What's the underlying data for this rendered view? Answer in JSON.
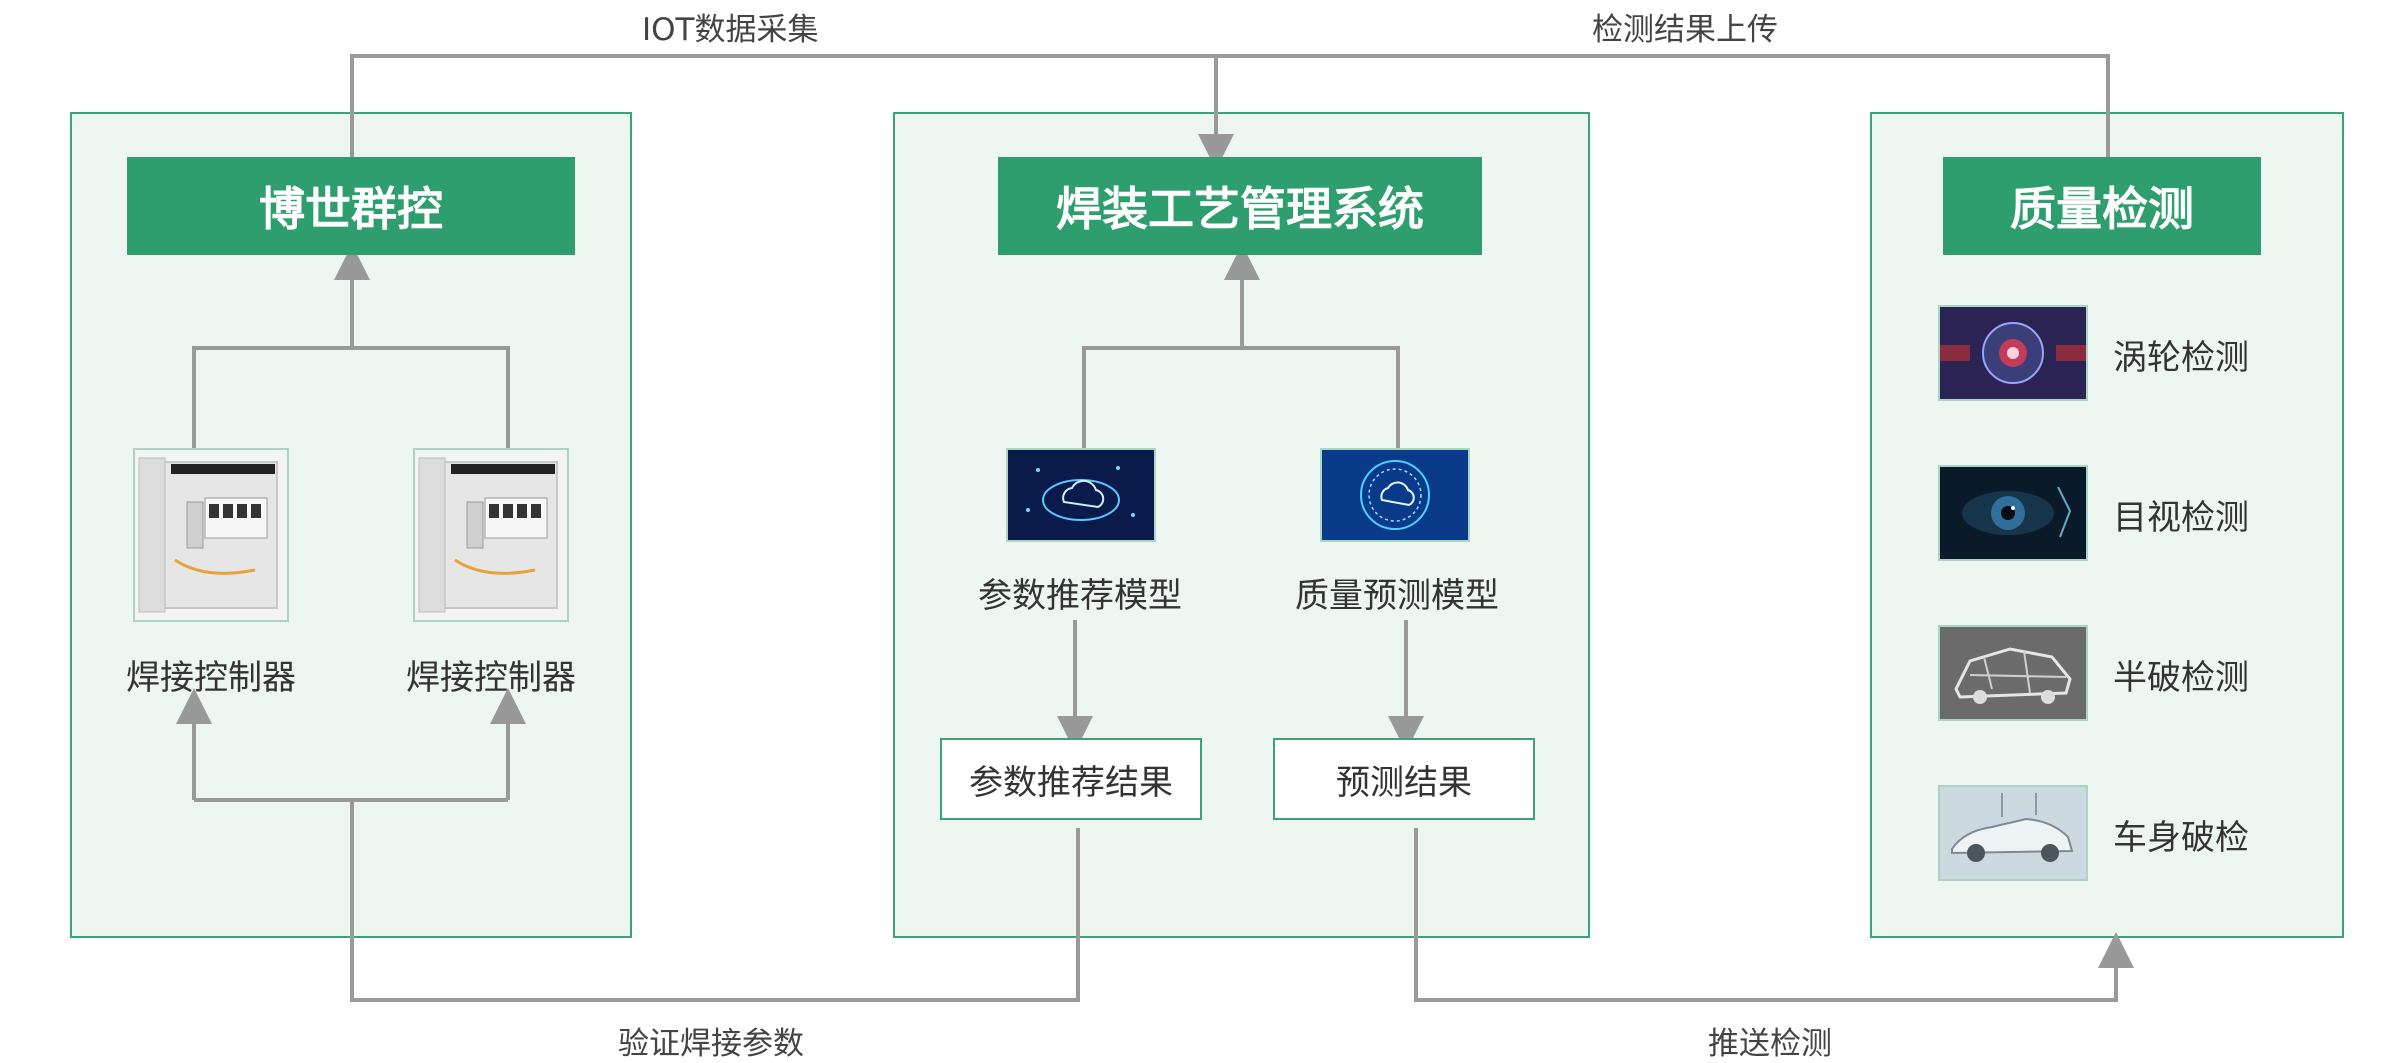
{
  "top_flows": {
    "iot": "IOT数据采集",
    "upload": "检测结果上传"
  },
  "bottom_flows": {
    "verify": "验证焊接参数",
    "push": "推送检测"
  },
  "left_panel": {
    "title": "博世群控",
    "controllers": [
      "焊接控制器",
      "焊接控制器"
    ]
  },
  "center_panel": {
    "title": "焊装工艺管理系统",
    "models": [
      "参数推荐模型",
      "质量预测模型"
    ],
    "results": [
      "参数推荐结果",
      "预测结果"
    ]
  },
  "right_panel": {
    "title": "质量检测",
    "items": [
      "涡轮检测",
      "目视检测",
      "半破检测",
      "车身破检"
    ]
  },
  "colors": {
    "accent": "#2f9e6e",
    "panel_bg": "#eef6f2",
    "line": "#999999"
  }
}
